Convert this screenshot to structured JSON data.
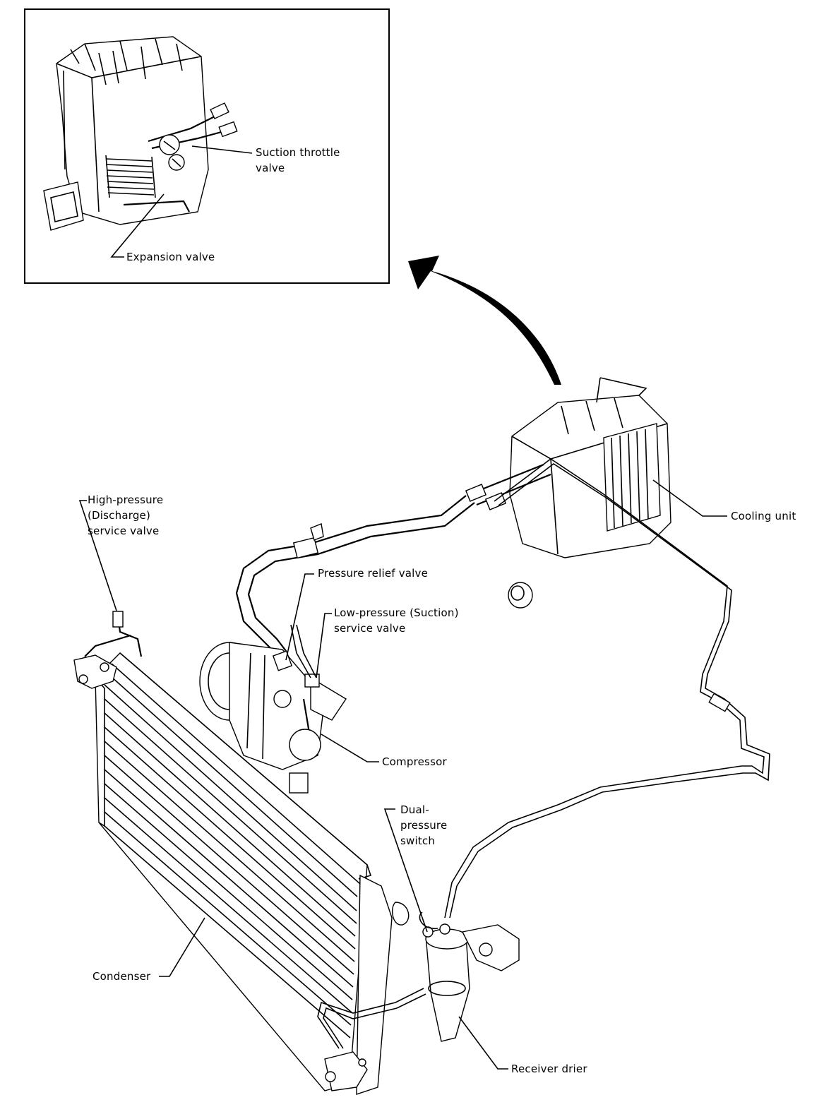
{
  "labels": {
    "suction_throttle_l1": "Suction throttle",
    "suction_throttle_l2": "valve",
    "expansion_valve": "Expansion valve",
    "cooling_unit": "Cooling unit",
    "high_pressure_l1": "High-pressure",
    "high_pressure_l2": "(Discharge)",
    "high_pressure_l3": "service valve",
    "pressure_relief": "Pressure relief valve",
    "low_pressure_l1": "Low-pressure (Suction)",
    "low_pressure_l2": "service valve",
    "compressor": "Compressor",
    "dual_l1": "Dual-",
    "dual_l2": "pressure",
    "dual_l3": "switch",
    "condenser": "Condenser",
    "receiver_drier": "Receiver drier"
  }
}
